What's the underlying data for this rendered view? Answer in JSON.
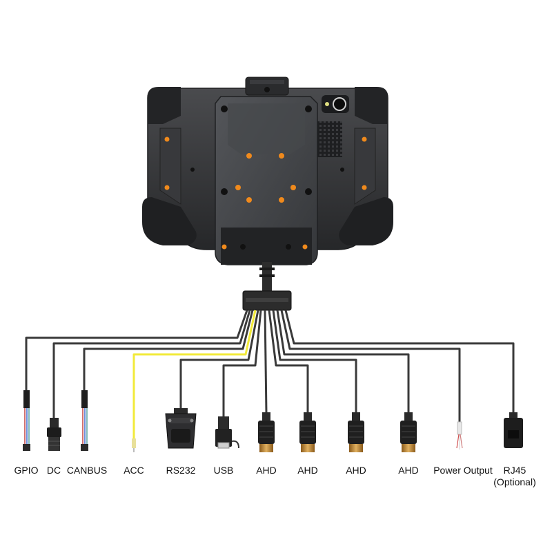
{
  "diagram": {
    "connectors": [
      {
        "id": "gpio",
        "label": "GPIO"
      },
      {
        "id": "dc",
        "label": "DC"
      },
      {
        "id": "canbus",
        "label": "CANBUS"
      },
      {
        "id": "acc",
        "label": "ACC"
      },
      {
        "id": "rs232",
        "label": "RS232"
      },
      {
        "id": "usb",
        "label": "USB"
      },
      {
        "id": "ahd1",
        "label": "AHD"
      },
      {
        "id": "ahd2",
        "label": "AHD"
      },
      {
        "id": "ahd3",
        "label": "AHD"
      },
      {
        "id": "ahd4",
        "label": "AHD"
      },
      {
        "id": "power",
        "label": "Power Output"
      },
      {
        "id": "rj45",
        "label": "RJ45",
        "note": "(Optional)"
      }
    ],
    "colors": {
      "device_body": "#2e2f31",
      "device_panel": "#3d3e41",
      "screw": "#f08a1c",
      "cable": "#3a3a3a",
      "acc_cable": "#f2ea3a",
      "ahd_plug": "#b07a2a"
    }
  }
}
